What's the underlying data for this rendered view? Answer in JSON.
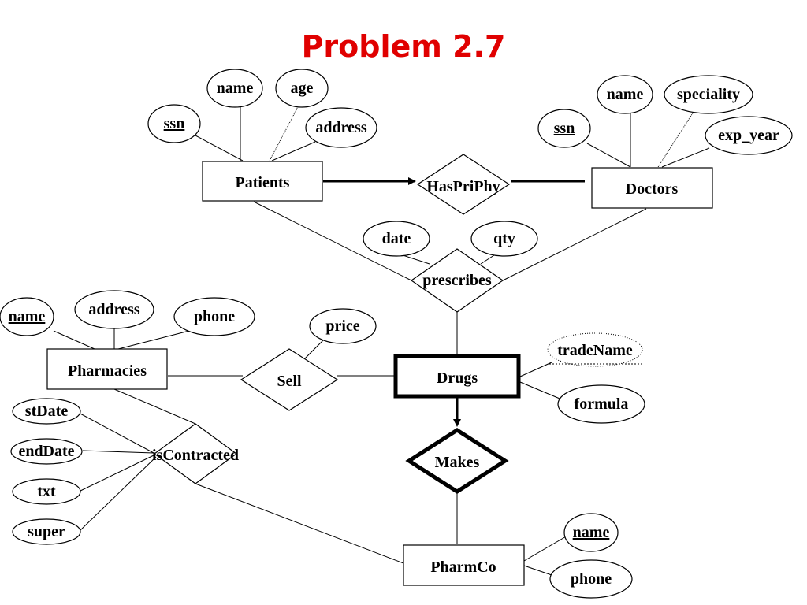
{
  "title": "Problem 2.7",
  "entities": {
    "patients": "Patients",
    "doctors": "Doctors",
    "pharmacies": "Pharmacies",
    "drugs": "Drugs",
    "pharmco": "PharmCo"
  },
  "relationships": {
    "hasprimphy": "HasPriPhy",
    "prescribes": "prescribes",
    "sell": "Sell",
    "iscontracted": "isContracted",
    "makes": "Makes"
  },
  "attributes": {
    "patients": {
      "ssn": "ssn",
      "name": "name",
      "age": "age",
      "address": "address"
    },
    "doctors": {
      "ssn": "ssn",
      "name": "name",
      "speciality": "speciality",
      "exp_year": "exp_year"
    },
    "prescribes": {
      "date": "date",
      "qty": "qty"
    },
    "pharmacies": {
      "name": "name",
      "address": "address",
      "phone": "phone"
    },
    "sell": {
      "price": "price"
    },
    "drugs": {
      "tradename": "tradeName",
      "formula": "formula"
    },
    "iscontracted": {
      "stdate": "stDate",
      "enddate": "endDate",
      "txt": "txt",
      "super": "super"
    },
    "pharmco": {
      "name": "name",
      "phone": "phone"
    }
  }
}
